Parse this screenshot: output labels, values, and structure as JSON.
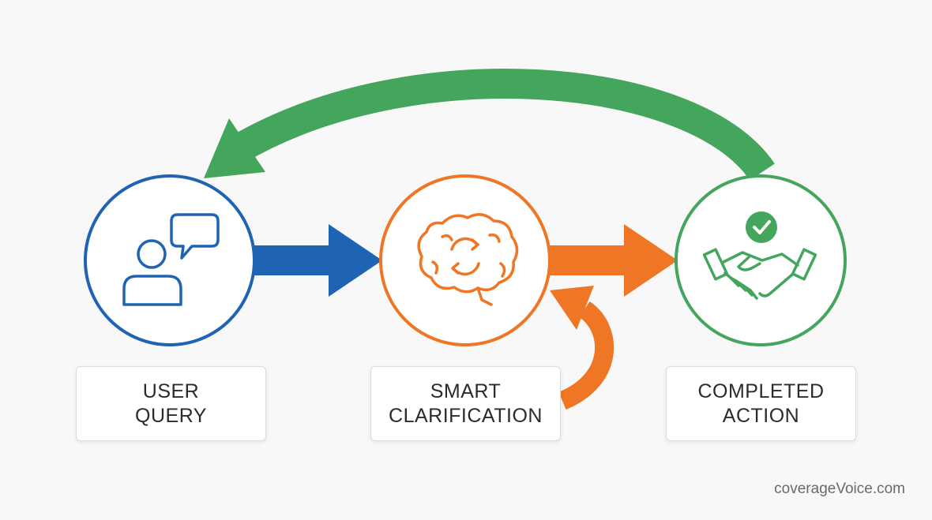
{
  "colors": {
    "blue": "#1f63b5",
    "orange": "#ee7624",
    "green": "#44a65c",
    "text": "#2b2b2b",
    "background": "#f8f8f8"
  },
  "nodes": [
    {
      "id": "user-query",
      "lines": [
        "USER",
        "QUERY"
      ],
      "icon": "user-chat-icon",
      "color": "blue"
    },
    {
      "id": "smart-clarification",
      "lines": [
        "SMART",
        "CLARIFICATION"
      ],
      "icon": "brain-refresh-icon",
      "color": "orange"
    },
    {
      "id": "completed-action",
      "lines": [
        "COMPLETED",
        "ACTION"
      ],
      "icon": "handshake-check-icon",
      "color": "green"
    }
  ],
  "watermark": "coverageVoice.com"
}
